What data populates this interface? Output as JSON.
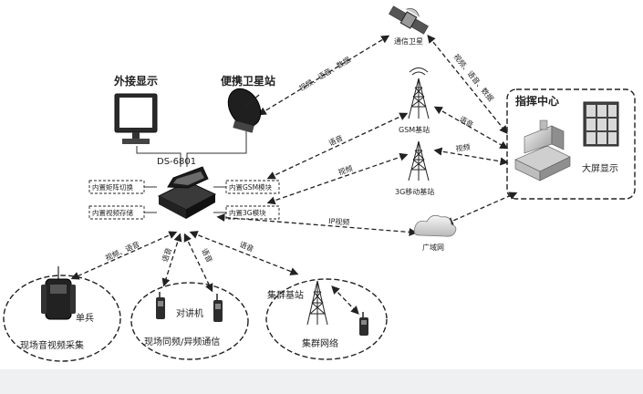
{
  "nodes": {
    "external_display": "外接显示",
    "portable_satellite": "便携卫星站",
    "comm_satellite": "通信卫星",
    "device_model": "DS-6801",
    "gsm_station": "GSM基站",
    "g3_station": "3G移动基站",
    "command_center": "指挥中心",
    "big_screen": "大屏显示",
    "wan": "广域网",
    "soldier": "单兵",
    "walkie_talkie": "对讲机",
    "cluster_station": "集群基站"
  },
  "modules": {
    "left_top": "内置矩阵切换",
    "left_bottom": "内置视频存储",
    "right_top": "内置GSM模块",
    "right_bottom": "内置3G模块"
  },
  "groups": {
    "av_capture": "现场音视频采集",
    "intercom": "现场同频/异频通信",
    "cluster_net": "集群网络"
  },
  "links": {
    "sat_left": "视频、语音、数据",
    "sat_right": "视频、语音、数据",
    "gsm_voice": "语音",
    "gsm_cc_voice": "语音",
    "g3_video": "视频",
    "g3_cc_video": "视频",
    "ip_video": "IP视频",
    "soldier_link": "视频、语音",
    "intercom_voice_a": "语音",
    "intercom_voice_b": "语音",
    "cluster_voice": "语音"
  }
}
